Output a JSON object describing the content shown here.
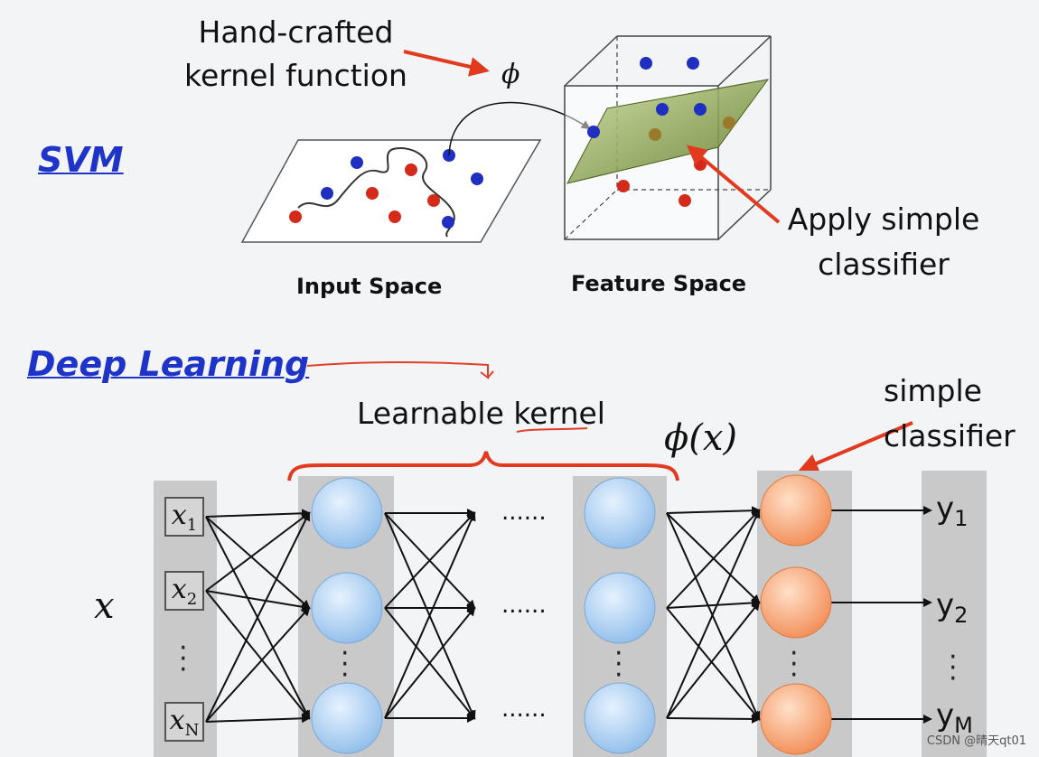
{
  "svm": {
    "title": "SVM",
    "kernel_label_line1": "Hand-crafted",
    "kernel_label_line2": "kernel function",
    "phi": "ϕ",
    "input_space": "Input Space",
    "feature_space": "Feature Space",
    "classifier_line1": "Apply simple",
    "classifier_line2": "classifier"
  },
  "deep_learning": {
    "title": "Deep Learning",
    "learnable_kernel": "Learnable kernel",
    "phi_x": "ϕ(x)",
    "classifier_line1": "simple",
    "classifier_line2": "classifier",
    "input_symbol": "x",
    "inputs": [
      "x1",
      "x2",
      "xN"
    ],
    "outputs": [
      "y1",
      "y2",
      "yM"
    ],
    "dots": "......"
  },
  "watermark": "CSDN @晴天qt01",
  "colors": {
    "title_blue": "#1e34c8",
    "arrow_red": "#e23a1e",
    "point_red": "#d42a1a",
    "point_blue": "#1f2fc0",
    "hidden_node": "#a9cdf1",
    "output_node": "#f6a77a",
    "plane_green": "#8aa64a",
    "column_gray": "#c9c9c9"
  }
}
